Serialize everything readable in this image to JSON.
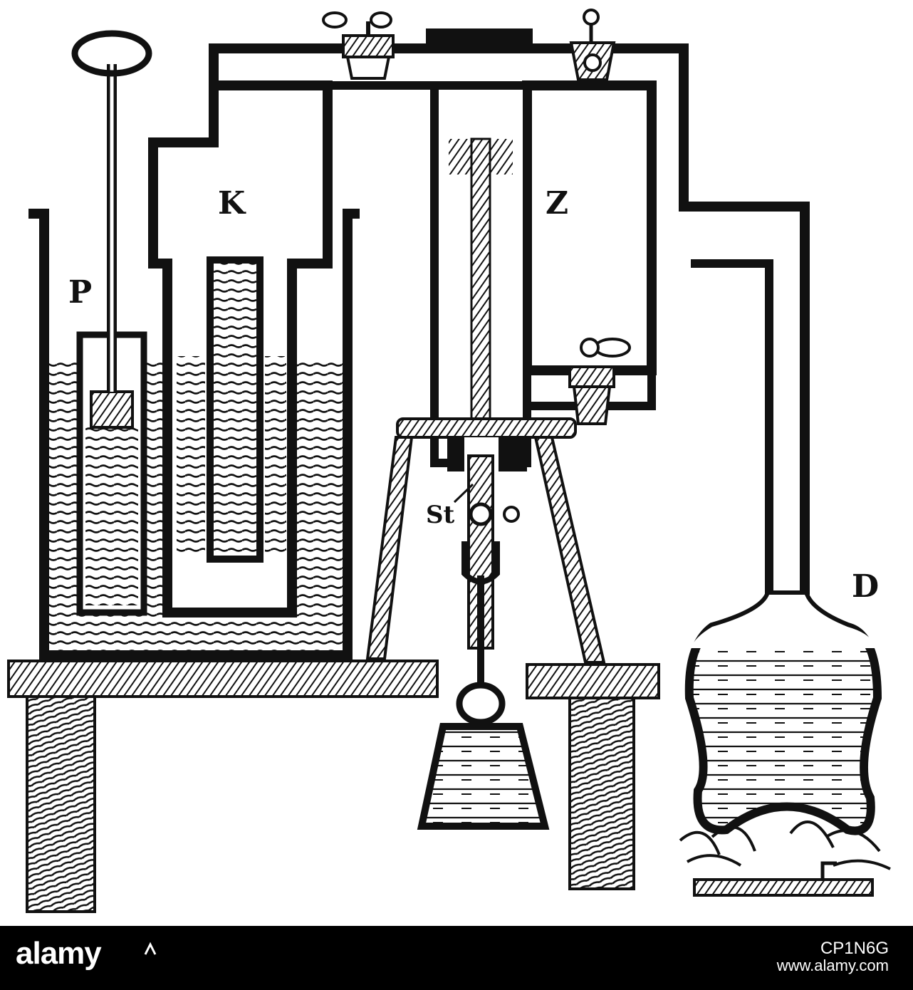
{
  "diagram": {
    "labels": {
      "P": "P",
      "K": "K",
      "Z": "Z",
      "St": "St",
      "D": "D"
    }
  },
  "footer": {
    "brand": "alamy",
    "image_id": "CP1N6G",
    "site": "www.alamy.com",
    "colors": {
      "background": "#000000",
      "text": "#ffffff"
    }
  }
}
